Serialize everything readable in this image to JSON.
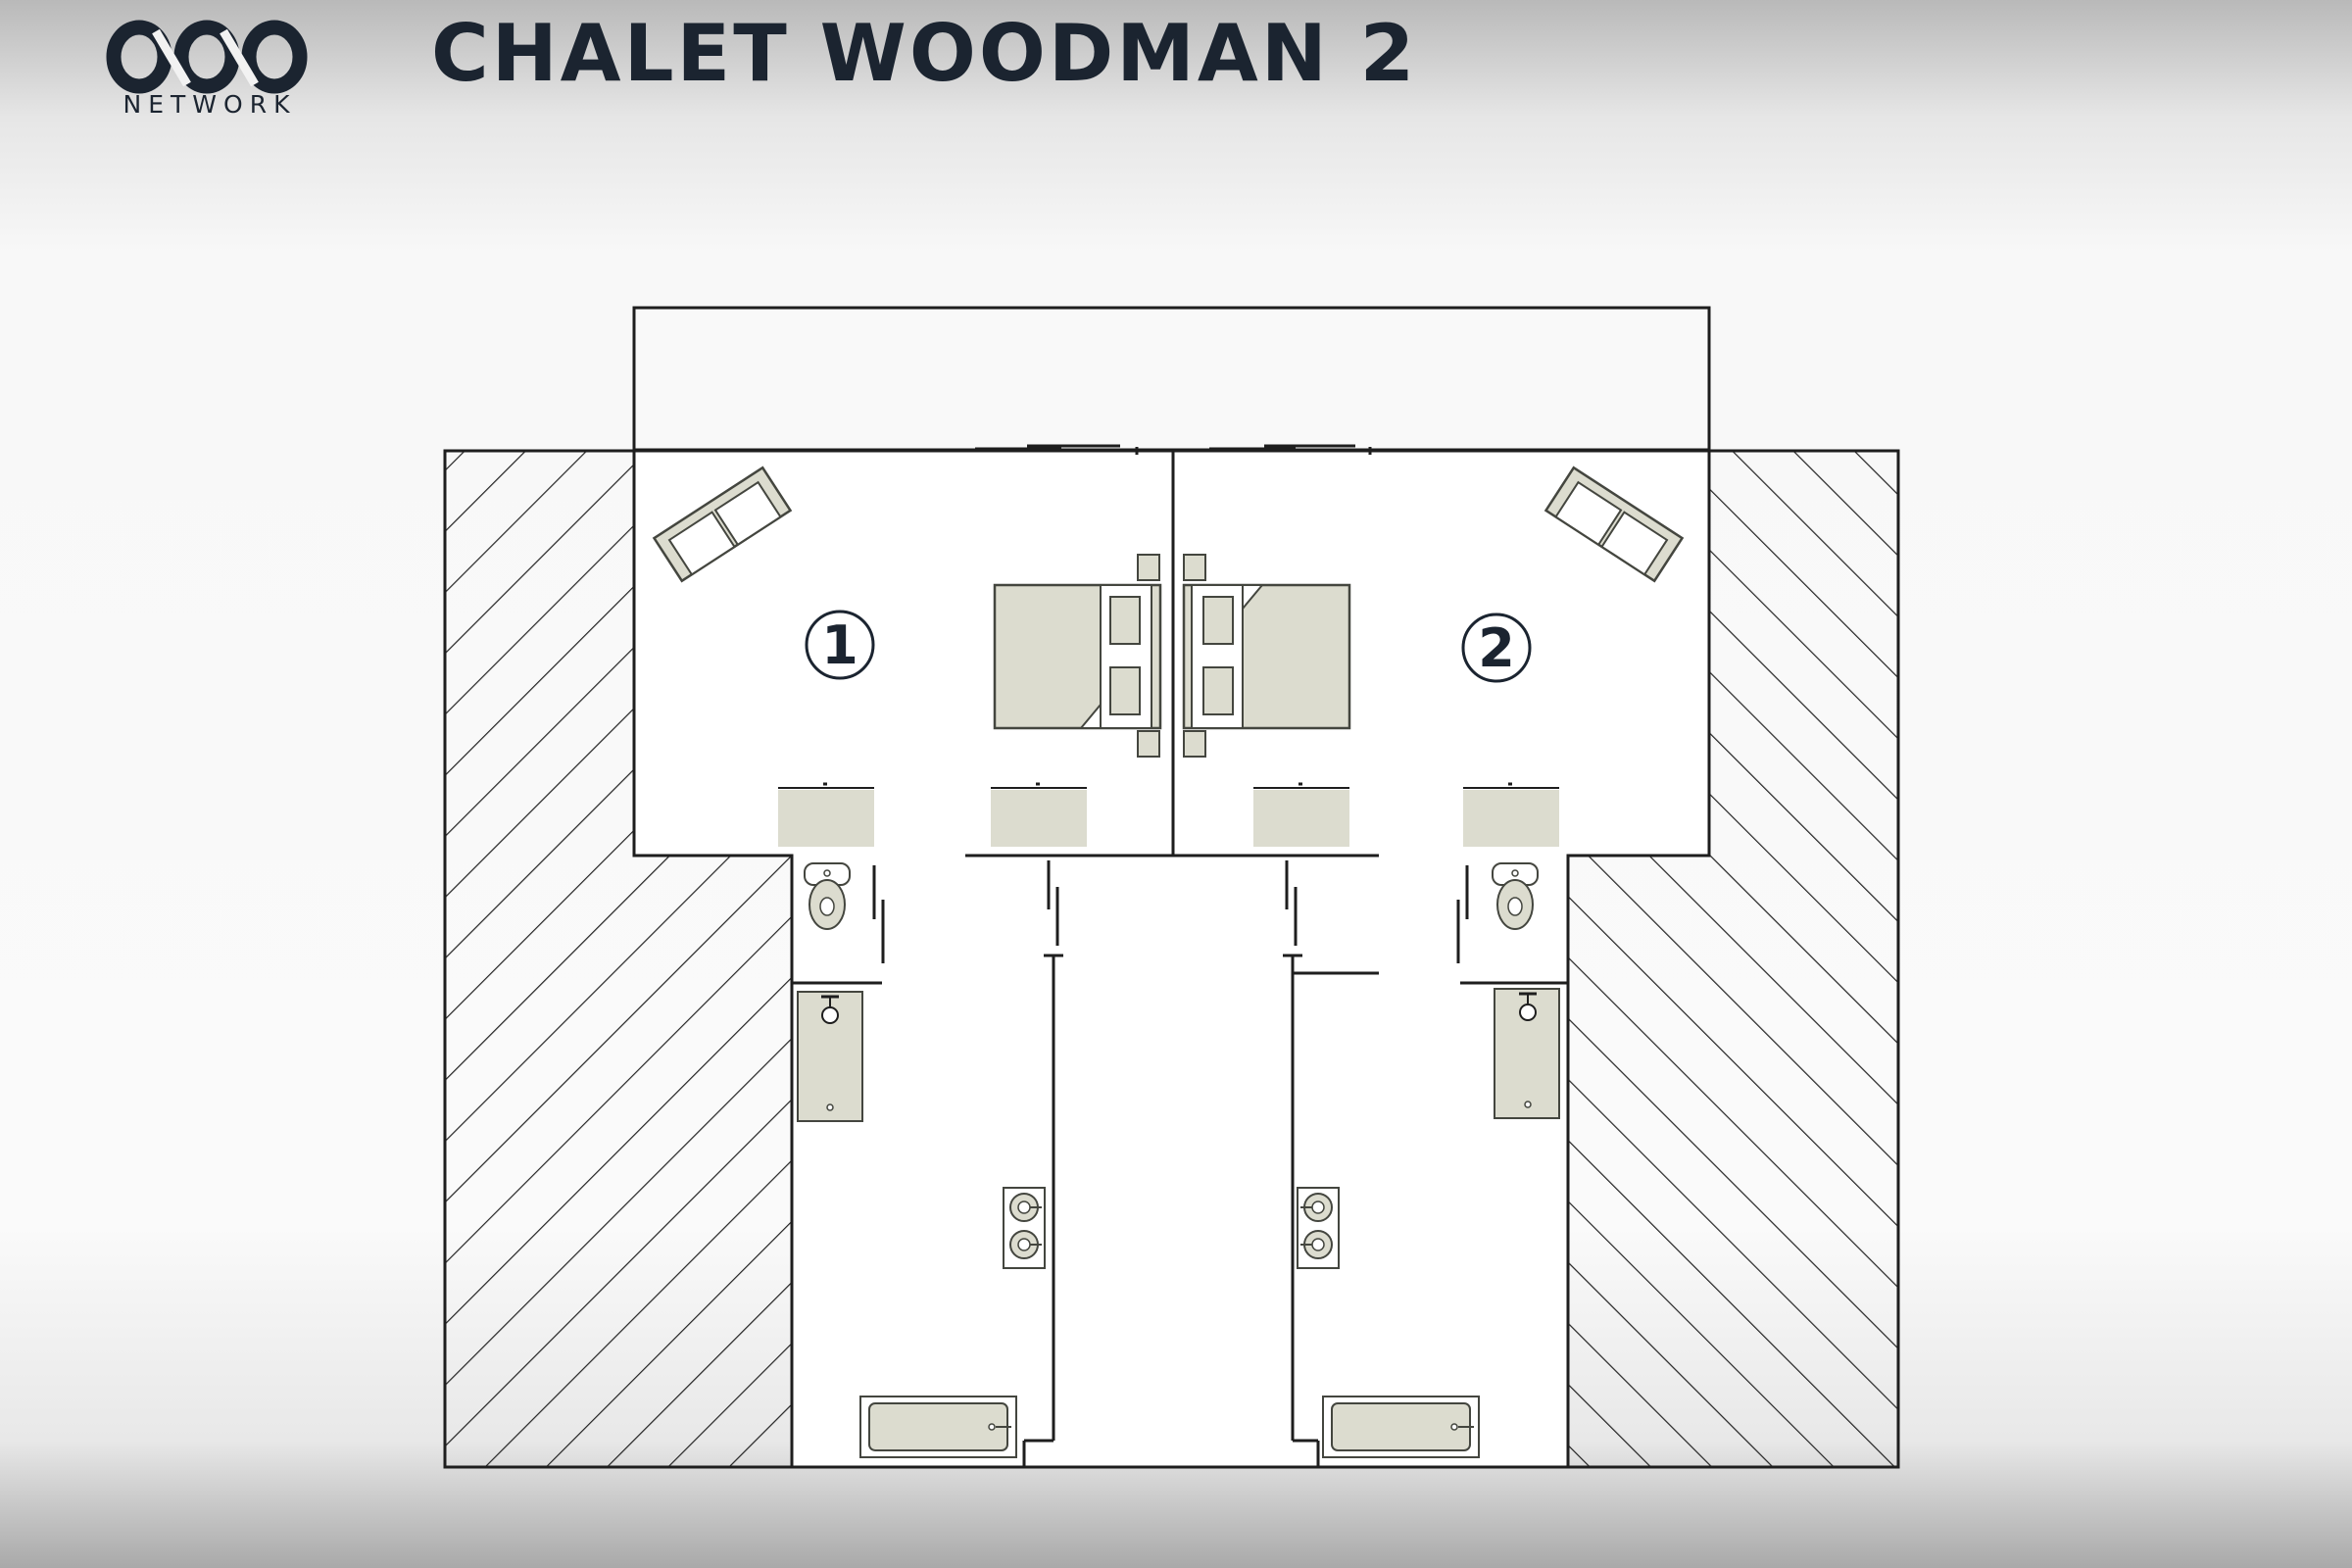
{
  "header": {
    "title": "CHALET WOODMAN 2",
    "brand_word": "NETWORK"
  },
  "floorplan": {
    "room_labels": [
      "1",
      "2"
    ]
  },
  "colors": {
    "ink": "#1b2430",
    "wall": "#1e1e1e",
    "furniture_fill": "#dcdccf",
    "furniture_stroke": "#44463f",
    "floor": "#ffffff"
  },
  "icons": [
    "sofa-icon",
    "double-bed-icon",
    "desk-icon",
    "toilet-icon",
    "shower-icon",
    "double-sink-icon",
    "bathtub-icon"
  ]
}
